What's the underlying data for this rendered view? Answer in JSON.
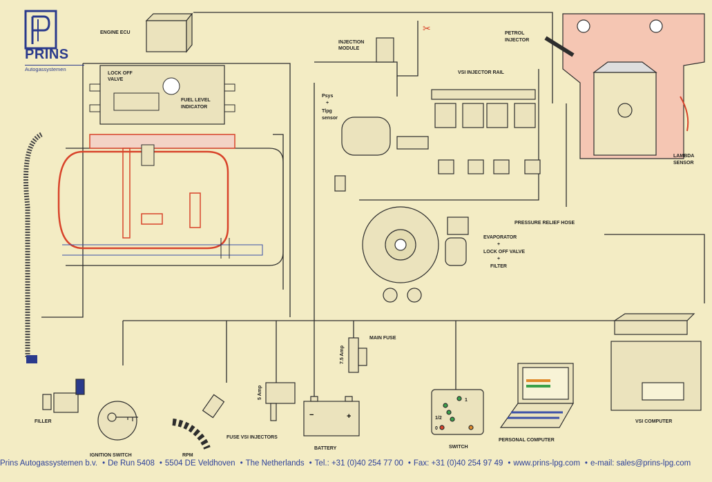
{
  "logo": {
    "brand": "PRINS",
    "subtitle": "Autogassystemen"
  },
  "labels": {
    "engine_ecu": "ENGINE ECU",
    "injection_module": [
      "INJECTION",
      "MODULE"
    ],
    "petrol_injector": [
      "PETROL",
      "INJECTOR"
    ],
    "lock_off_valve": [
      "LOCK OFF",
      "VALVE"
    ],
    "fuel_level": [
      "FUEL LEVEL",
      "INDICATOR"
    ],
    "vsi_rail": "VSI INJECTOR RAIL",
    "psys": [
      "Psys",
      "+",
      "Tlpg",
      "sensor"
    ],
    "lambda": [
      "LAMBDA",
      "SENSOR"
    ],
    "pressure_hose": "PRESSURE RELIEF HOSE",
    "evaporator": [
      "EVAPORATOR",
      "+",
      "LOCK OFF VALVE",
      "+",
      "FILTER"
    ],
    "main_fuse": "MAIN FUSE",
    "fuse_amp": "7.5 Amp",
    "fuse_small": "5 Amp",
    "filler": "FILLER",
    "ignition": "IGNITION SWITCH",
    "rpm": "RPM",
    "fuse_vsi": "FUSE VSI INJECTORS",
    "battery": "BATTERY",
    "switch": "SWITCH",
    "pc": "PERSONAL COMPUTER",
    "vsi_computer": "VSI COMPUTER",
    "battery_minus": "−",
    "battery_plus": "+",
    "switch_1": "1",
    "switch_half": "1/2",
    "switch_0": "0"
  },
  "footer": {
    "company": "Prins Autogassystemen b.v.",
    "street": "De Run 5408",
    "city": "5504 DE Veldhoven",
    "country": "The Netherlands",
    "tel": "Tel.: +31 (0)40 254 77 00",
    "fax": "Fax: +31 (0)40 254 97 49",
    "web": "www.prins-lpg.com",
    "email": "e-mail: sales@prins-lpg.com"
  },
  "colors": {
    "line": "#2d2d2d",
    "red": "#d8432a",
    "blue": "#3a4fa8",
    "paper": "#f3ecc4"
  }
}
